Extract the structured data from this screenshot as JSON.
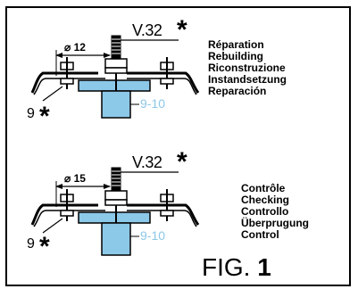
{
  "top": {
    "reference": "V.32",
    "star": "*",
    "dimension": "12",
    "part_number": "9",
    "range": "9-10",
    "labels": [
      "Réparation",
      "Rebuilding",
      "Riconstruzione",
      "Instandsetzung",
      "Reparación"
    ]
  },
  "bottom": {
    "reference": "V.32",
    "star": "*",
    "dimension": "15",
    "part_number": "9",
    "range": "9-10",
    "labels": [
      "Contrôle",
      "Checking",
      "Controllo",
      "Überprugung",
      "Control"
    ]
  },
  "figure": {
    "prefix": "FIG.",
    "number": "1"
  },
  "colors": {
    "ink": "#000000",
    "accent": "#8cc8e8"
  }
}
